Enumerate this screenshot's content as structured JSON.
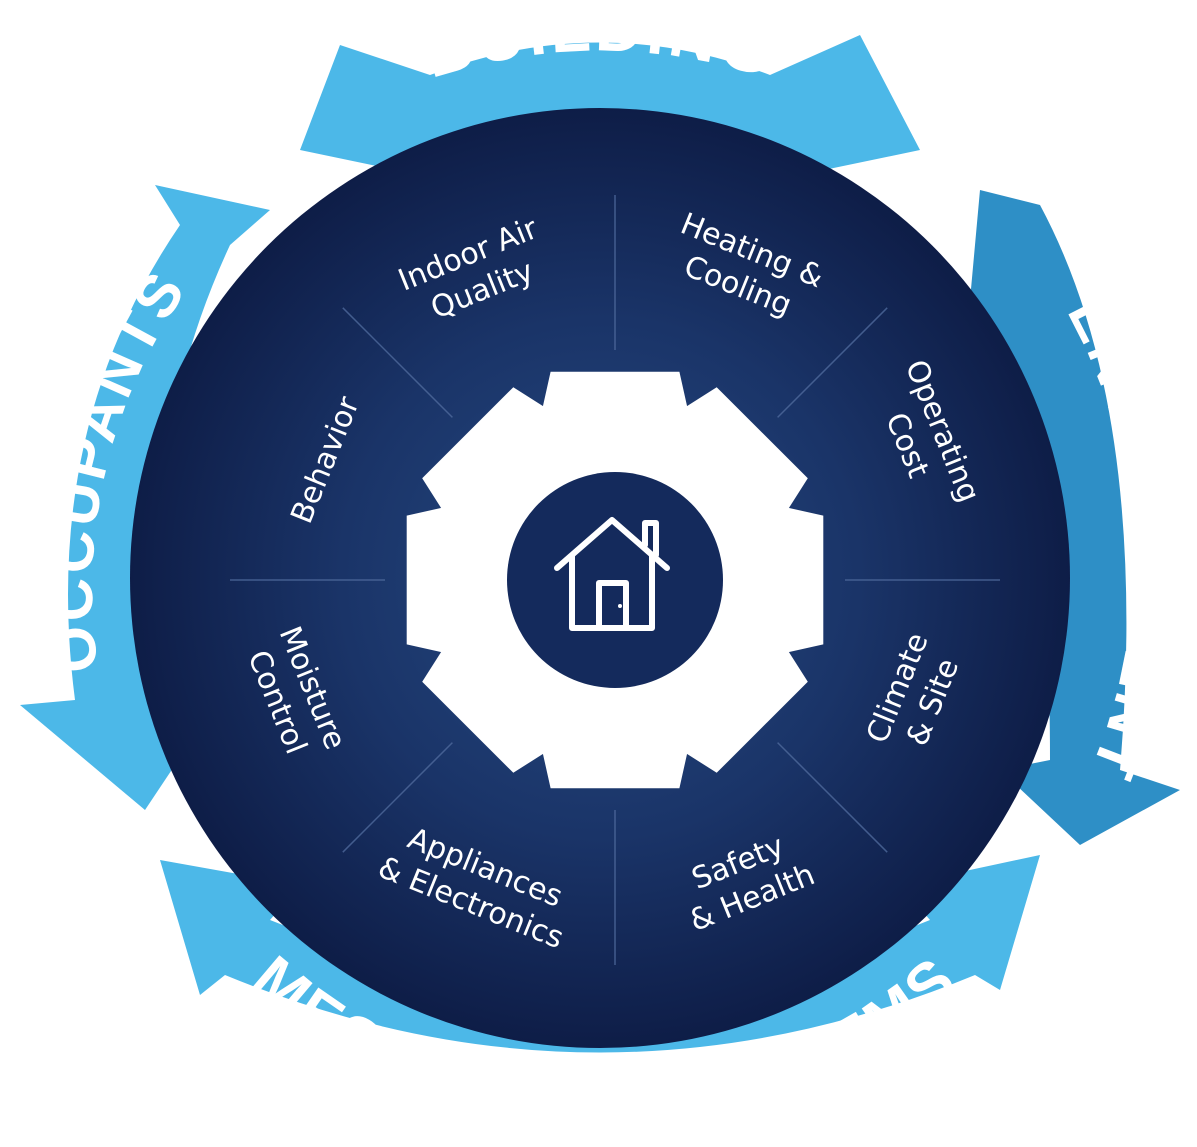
{
  "ring_labels": {
    "top": "BUILDING",
    "right": "ENVIRONMENT",
    "bottom": "MECHANICAL SYSTEMS",
    "left": "OCCUPANTS"
  },
  "segments": [
    {
      "lines": [
        "Indoor Air",
        "Quality"
      ]
    },
    {
      "lines": [
        "Heating &",
        "Cooling"
      ]
    },
    {
      "lines": [
        "Operating",
        "Cost"
      ]
    },
    {
      "lines": [
        "Climate",
        "& Site"
      ]
    },
    {
      "lines": [
        "Safety",
        "& Health"
      ]
    },
    {
      "lines": [
        "Appliances",
        "& Electronics"
      ]
    },
    {
      "lines": [
        "Moisture",
        "Control"
      ]
    },
    {
      "lines": [
        "Behavior"
      ]
    }
  ],
  "center": {
    "icon": "house-icon"
  },
  "colors": {
    "arrow_light": "#4cb8e8",
    "arrow_mid": "#2e8fc6",
    "disc_edge": "#0e1d47",
    "disc_center": "#264a82",
    "gear": "#ffffff",
    "hub": "#142a5c"
  }
}
